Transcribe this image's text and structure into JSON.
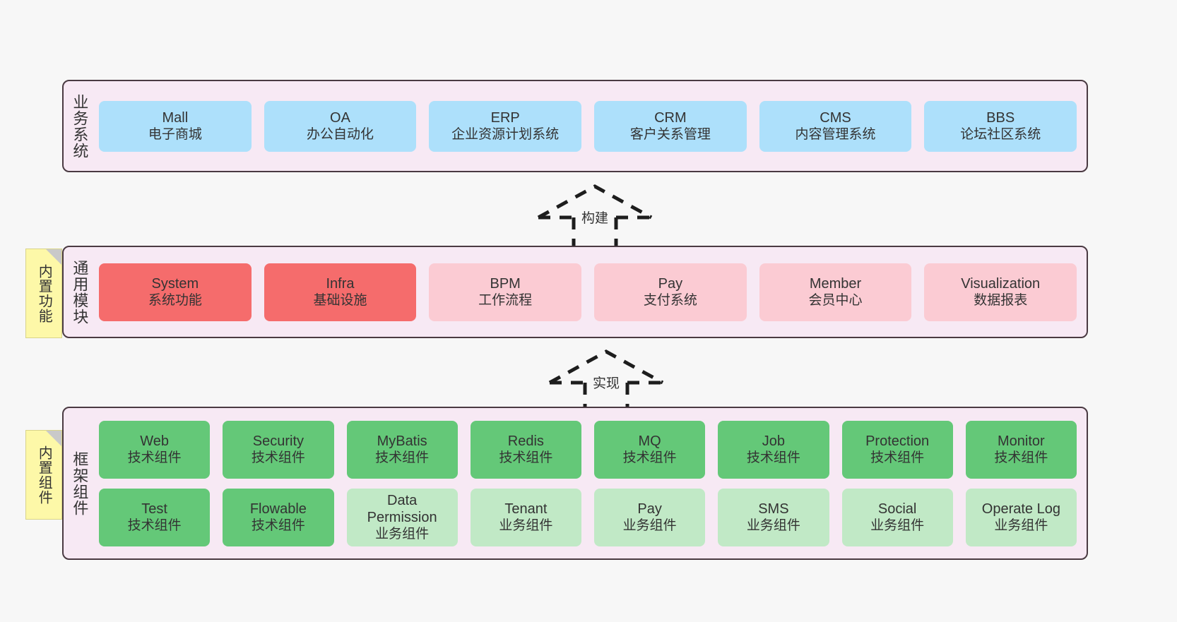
{
  "layers": [
    {
      "id": "business",
      "title": "业务系统",
      "note": null,
      "rows": [
        {
          "cards": [
            {
              "title": "Mall",
              "subtitle": "电子商城",
              "color": "blue"
            },
            {
              "title": "OA",
              "subtitle": "办公自动化",
              "color": "blue"
            },
            {
              "title": "ERP",
              "subtitle": "企业资源计划系统",
              "color": "blue"
            },
            {
              "title": "CRM",
              "subtitle": "客户关系管理",
              "color": "blue"
            },
            {
              "title": "CMS",
              "subtitle": "内容管理系统",
              "color": "blue"
            },
            {
              "title": "BBS",
              "subtitle": "论坛社区系统",
              "color": "blue"
            }
          ]
        }
      ]
    },
    {
      "id": "common",
      "title": "通用模块",
      "note": "内置功能",
      "rows": [
        {
          "cards": [
            {
              "title": "System",
              "subtitle": "系统功能",
              "color": "red"
            },
            {
              "title": "Infra",
              "subtitle": "基础设施",
              "color": "red"
            },
            {
              "title": "BPM",
              "subtitle": "工作流程",
              "color": "pink"
            },
            {
              "title": "Pay",
              "subtitle": "支付系统",
              "color": "pink"
            },
            {
              "title": "Member",
              "subtitle": "会员中心",
              "color": "pink"
            },
            {
              "title": "Visualization",
              "subtitle": "数据报表",
              "color": "pink"
            }
          ]
        }
      ]
    },
    {
      "id": "framework",
      "title": "框架组件",
      "note": "内置组件",
      "rows": [
        {
          "cards": [
            {
              "title": "Web",
              "subtitle": "技术组件",
              "color": "green"
            },
            {
              "title": "Security",
              "subtitle": "技术组件",
              "color": "green"
            },
            {
              "title": "MyBatis",
              "subtitle": "技术组件",
              "color": "green"
            },
            {
              "title": "Redis",
              "subtitle": "技术组件",
              "color": "green"
            },
            {
              "title": "MQ",
              "subtitle": "技术组件",
              "color": "green"
            },
            {
              "title": "Job",
              "subtitle": "技术组件",
              "color": "green"
            },
            {
              "title": "Protection",
              "subtitle": "技术组件",
              "color": "green"
            },
            {
              "title": "Monitor",
              "subtitle": "技术组件",
              "color": "green"
            }
          ]
        },
        {
          "cards": [
            {
              "title": "Test",
              "subtitle": "技术组件",
              "color": "green"
            },
            {
              "title": "Flowable",
              "subtitle": "技术组件",
              "color": "green"
            },
            {
              "title": "Data Permission",
              "subtitle": "业务组件",
              "color": "lgreen"
            },
            {
              "title": "Tenant",
              "subtitle": "业务组件",
              "color": "lgreen"
            },
            {
              "title": "Pay",
              "subtitle": "业务组件",
              "color": "lgreen"
            },
            {
              "title": "SMS",
              "subtitle": "业务组件",
              "color": "lgreen"
            },
            {
              "title": "Social",
              "subtitle": "业务组件",
              "color": "lgreen"
            },
            {
              "title": "Operate Log",
              "subtitle": "业务组件",
              "color": "lgreen"
            }
          ]
        }
      ]
    }
  ],
  "arrows": [
    {
      "id": "build",
      "label": "构建"
    },
    {
      "id": "realize",
      "label": "实现"
    }
  ],
  "colors": {
    "blue": "#ade0fb",
    "red": "#f56c6c",
    "pink": "#fbcbd3",
    "green": "#64c878",
    "light_green": "#c1e9c6",
    "container_background": "#f7e9f4",
    "container_border": "#4a3a42",
    "note_background": "#fdf8a8",
    "note_fold": "#c9c9c9",
    "canvas_background": "#f7f7f7",
    "text": "#333333"
  }
}
